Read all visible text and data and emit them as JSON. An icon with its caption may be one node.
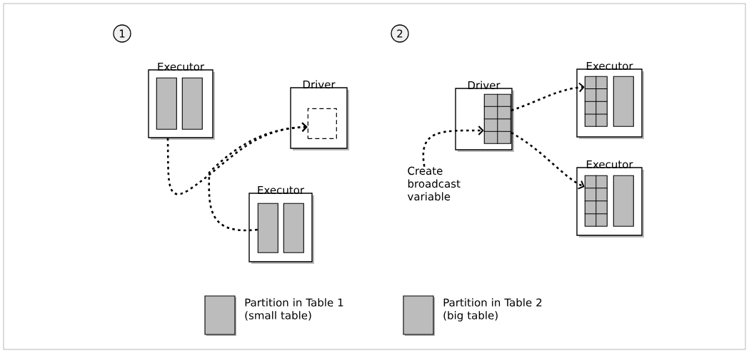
{
  "diagram": {
    "nodes": [
      {
        "text": [
          "1"
        ]
      },
      {
        "text": [
          "Executor"
        ]
      },
      {
        "text": [],
        "shape": "box",
        "in": 1
      },
      {
        "text": [],
        "shape": "box",
        "in": 1
      },
      {
        "text": [
          "Driver"
        ]
      },
      {
        "text": [],
        "shape": "box",
        "in": 4
      },
      {
        "text": [
          "Executor"
        ]
      },
      {
        "text": [],
        "shape": "box",
        "in": 6
      },
      {
        "text": [],
        "shape": "box",
        "in": 6
      },
      {
        "text": [
          "2"
        ]
      },
      {
        "text": [
          "Driver"
        ]
      },
      {
        "text": [],
        "shape": "box",
        "in": 10
      },
      {
        "text": [
          "Executor"
        ]
      },
      {
        "text": [],
        "shape": "box",
        "in": 12
      },
      {
        "text": [],
        "shape": "box",
        "in": 12
      },
      {
        "text": [
          "Executor"
        ]
      },
      {
        "text": [],
        "shape": "box",
        "in": 15
      },
      {
        "text": [],
        "shape": "box",
        "in": 15
      },
      {
        "text": [
          "Create broadcast variable"
        ]
      }
    ],
    "edges": [
      {
        "from": 1,
        "to": 5,
        "arrow": "to",
        "style": "dashed"
      },
      {
        "from": 7,
        "to": 5,
        "arrow": "to",
        "style": "dashed"
      },
      {
        "from": 18,
        "to": 11,
        "arrow": "to",
        "style": "dashed"
      },
      {
        "from": 11,
        "to": 13,
        "arrow": "to",
        "style": "dashed"
      },
      {
        "from": 11,
        "to": 16,
        "arrow": "to",
        "style": "dashed"
      }
    ],
    "legend": [
      {
        "text": "Partition in Table 1 (small table)",
        "color": "#bcbcbc"
      },
      {
        "text": "Partition in Table 2 (big table)",
        "color": "#bcbcbc"
      }
    ]
  }
}
